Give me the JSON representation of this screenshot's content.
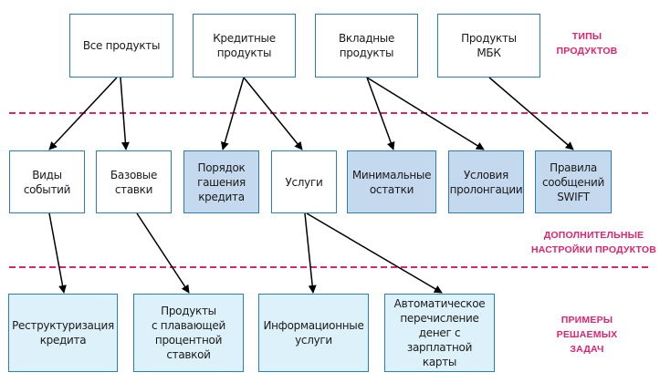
{
  "colors": {
    "box_border": "#2a7fab",
    "box_white": "#ffffff",
    "box_blue": "#c5d9ee",
    "box_light_blue": "#ddf1fb",
    "separator": "#d6286b",
    "label": "#e0236e",
    "arrow": "#000000"
  },
  "levels": [
    {
      "id": "types",
      "label": "ТИПЫ\nПРОДУКТОВ"
    },
    {
      "id": "settings",
      "label": "ДОПОЛНИТЕЛЬНЫЕ\nНАСТРОЙКИ ПРОДУКТОВ"
    },
    {
      "id": "examples",
      "label": "ПРИМЕРЫ\nРЕШАЕМЫХ\nЗАДАЧ"
    }
  ],
  "nodes": {
    "all_products": {
      "text": "Все продукты",
      "style": "white",
      "level": "types"
    },
    "credit_products": {
      "text": "Кредитные\nпродукты",
      "style": "white",
      "level": "types"
    },
    "deposit_products": {
      "text": "Вкладные\nпродукты",
      "style": "white",
      "level": "types"
    },
    "mbk_products": {
      "text": "Продукты\nМБК",
      "style": "white",
      "level": "types"
    },
    "event_types": {
      "text": "Виды\nсобытий",
      "style": "white",
      "level": "settings"
    },
    "base_rates": {
      "text": "Базовые\nставки",
      "style": "white",
      "level": "settings"
    },
    "repayment_order": {
      "text": "Порядок\nгашения\nкредита",
      "style": "blue",
      "level": "settings"
    },
    "services": {
      "text": "Услуги",
      "style": "white",
      "level": "settings"
    },
    "min_balances": {
      "text": "Минимальные\nостатки",
      "style": "blue",
      "level": "settings"
    },
    "prolongation_terms": {
      "text": "Условия\nпролонгации",
      "style": "blue",
      "level": "settings"
    },
    "swift_rules": {
      "text": "Правила\nсообщений\nSWIFT",
      "style": "blue",
      "level": "settings"
    },
    "restructuring": {
      "text": "Реструктуризация\nкредита",
      "style": "light",
      "level": "examples"
    },
    "floating_rate": {
      "text": "Продукты\nс плавающей\nпроцентной\nставкой",
      "style": "light",
      "level": "examples"
    },
    "info_services": {
      "text": "Информационные\nуслуги",
      "style": "light",
      "level": "examples"
    },
    "auto_transfer": {
      "text": "Автоматическое\nперечисление\nденег с зарплатной\nкарты",
      "style": "light",
      "level": "examples"
    }
  },
  "edges": [
    {
      "from": "all_products",
      "to": "event_types"
    },
    {
      "from": "all_products",
      "to": "base_rates"
    },
    {
      "from": "credit_products",
      "to": "repayment_order"
    },
    {
      "from": "credit_products",
      "to": "services"
    },
    {
      "from": "deposit_products",
      "to": "min_balances"
    },
    {
      "from": "deposit_products",
      "to": "prolongation_terms"
    },
    {
      "from": "mbk_products",
      "to": "swift_rules"
    },
    {
      "from": "event_types",
      "to": "restructuring"
    },
    {
      "from": "base_rates",
      "to": "floating_rate"
    },
    {
      "from": "services",
      "to": "info_services"
    },
    {
      "from": "services",
      "to": "auto_transfer"
    }
  ]
}
